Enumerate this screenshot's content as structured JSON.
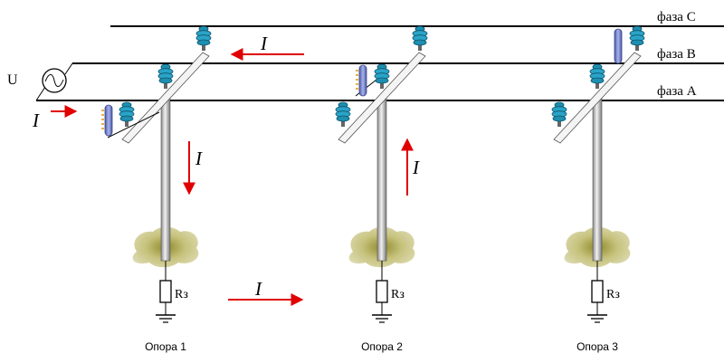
{
  "phases": {
    "c": "фаза С",
    "b": "фаза В",
    "a": "фаза А"
  },
  "source_label": "U",
  "current_label": "I",
  "resistor_label": "Rз",
  "poles": [
    {
      "label": "Опора 1"
    },
    {
      "label": "Опора 2"
    },
    {
      "label": "Опора 3"
    }
  ],
  "colors": {
    "arrow": "#e00000",
    "insulator": "#1e8fb0",
    "pole": "#c8c8c8",
    "ground_patch": "#c8c688",
    "arrester": "#6f7fc8"
  }
}
